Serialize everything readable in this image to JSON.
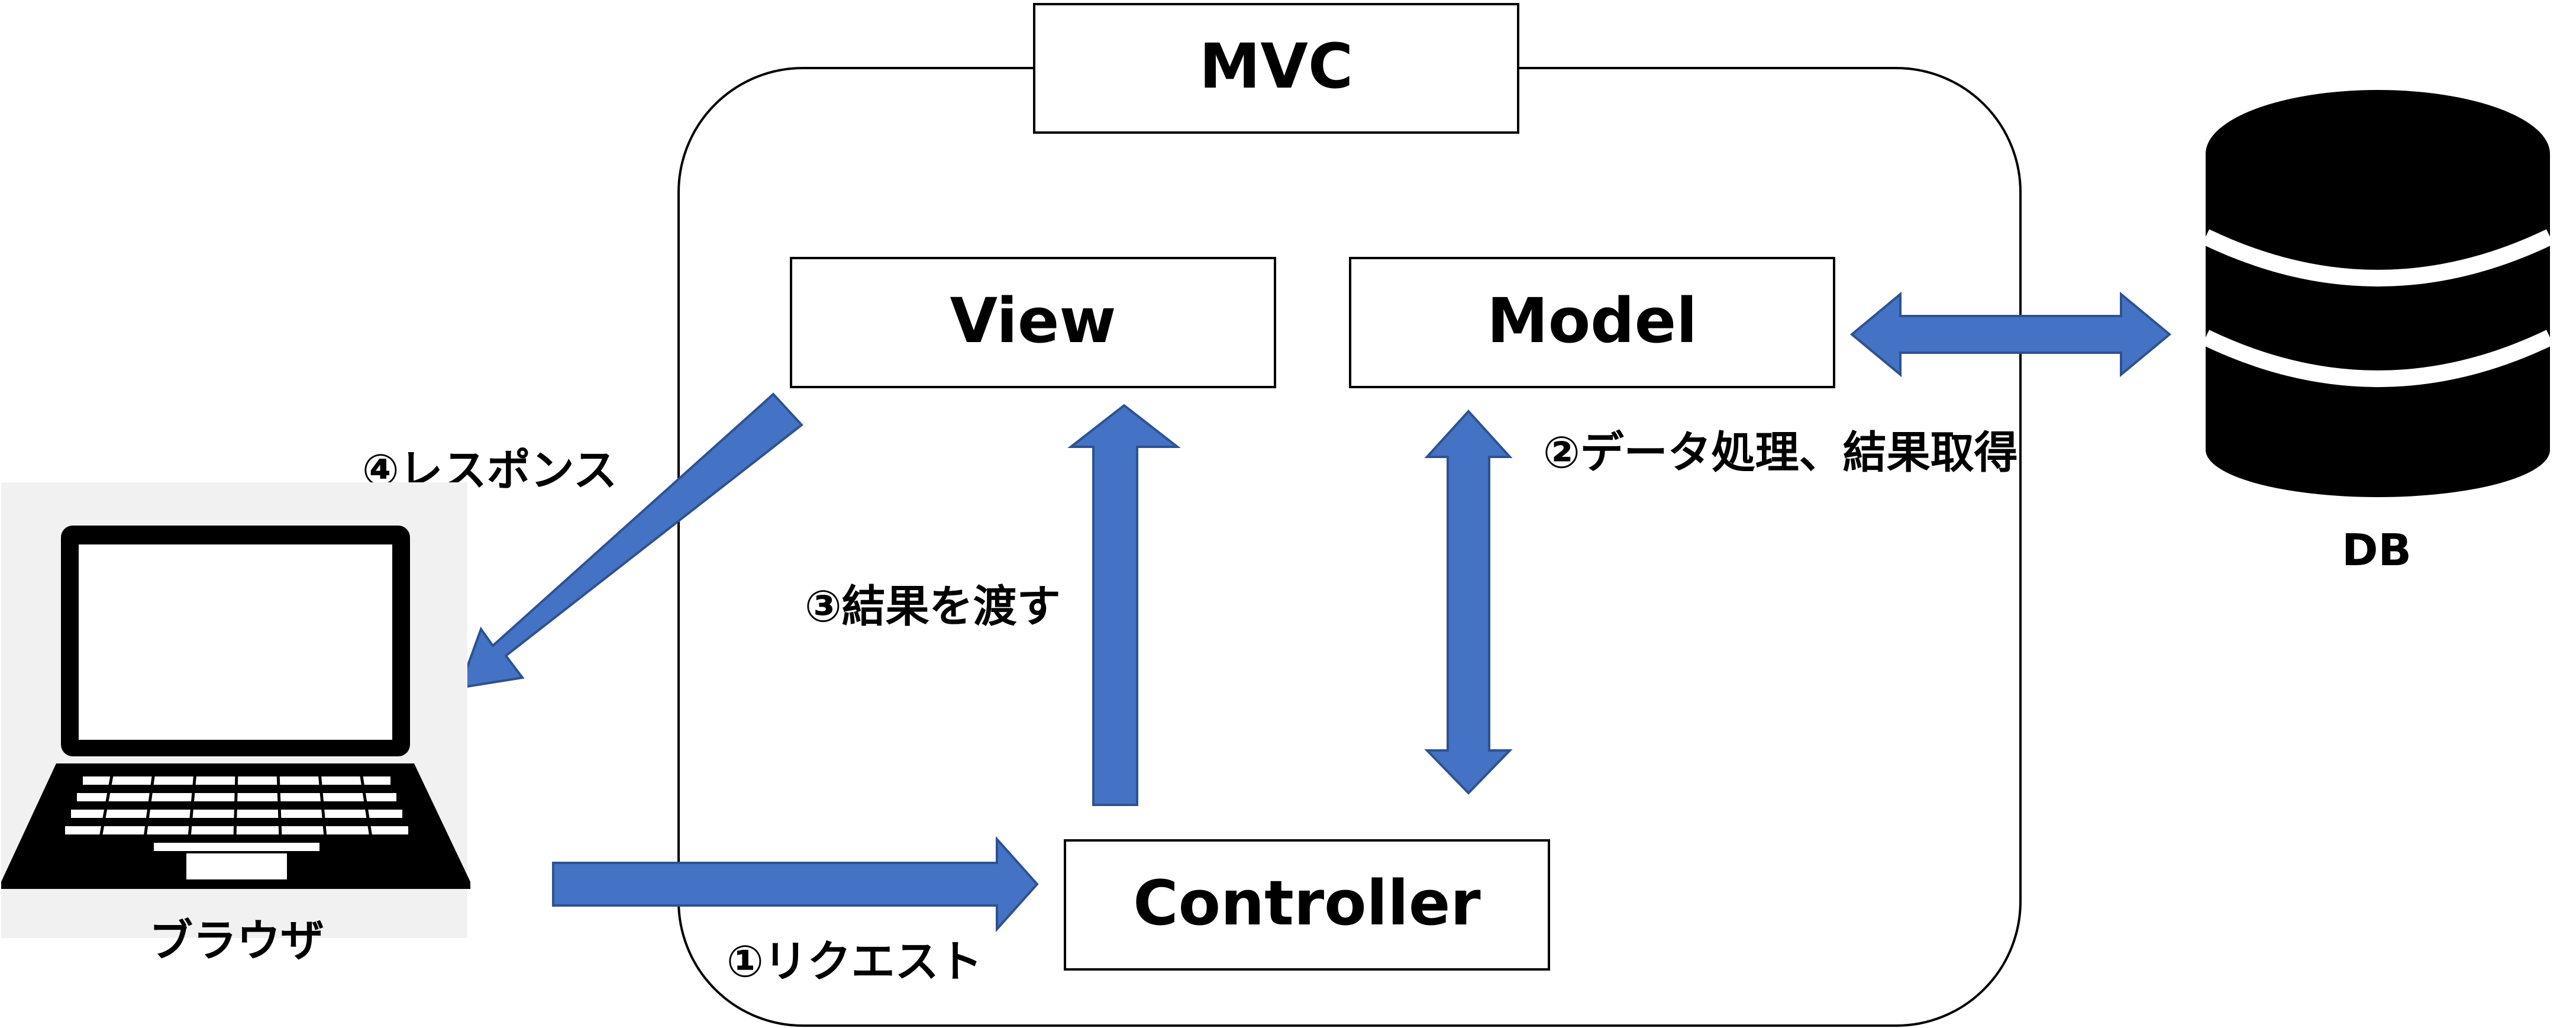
{
  "diagram": {
    "container": {
      "title": "MVC"
    },
    "nodes": {
      "view": "View",
      "model": "Model",
      "controller": "Controller",
      "browser": "ブラウザ",
      "db": "DB"
    },
    "steps": {
      "request": "①リクエスト",
      "process": "②データ処理、結果取得",
      "pass_result": "③結果を渡す",
      "response": "④レスポンス"
    },
    "colors": {
      "arrow": "#4472C4",
      "arrow_stroke": "#2F528F",
      "box_stroke": "#000000",
      "db_fill": "#000000"
    }
  }
}
